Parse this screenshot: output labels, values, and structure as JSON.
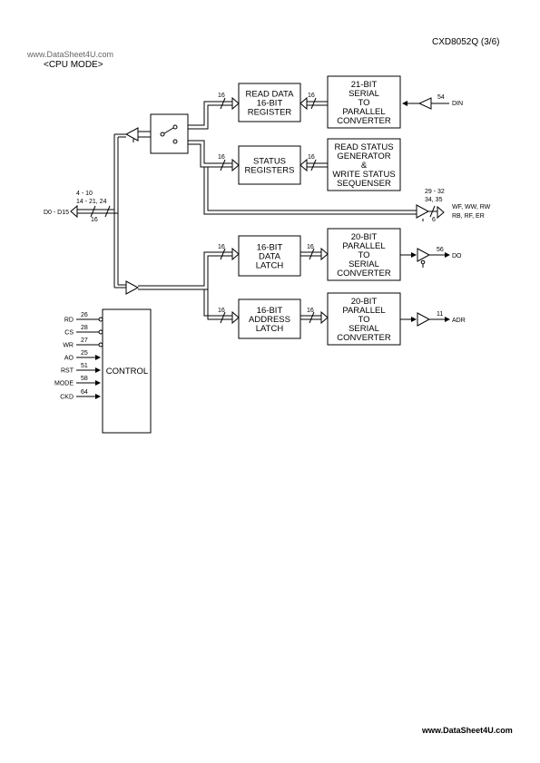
{
  "header": {
    "part": "CXD8052Q (3/6)",
    "watermark_top": "www.DataSheet4U.com",
    "mode": "<CPU  MODE>"
  },
  "footer": {
    "watermark": "www.DataSheet4U.com"
  },
  "blocks": {
    "read_data_reg": [
      "READ  DATA",
      "16-BIT",
      "REGISTER"
    ],
    "s2p21": [
      "21-BIT",
      "SERIAL",
      "TO",
      "PARALLEL",
      "CONVERTER"
    ],
    "status_reg": [
      "STATUS",
      "REGISTERS"
    ],
    "read_status_gen": [
      "READ  STATUS",
      "GENERATOR",
      "&",
      "WRITE  STATUS",
      "SEQUENSER"
    ],
    "data_latch": [
      "16-BIT",
      "DATA",
      "LATCH"
    ],
    "p2s_do": [
      "20-BIT",
      "PARALLEL",
      "TO",
      "SERIAL",
      "CONVERTER"
    ],
    "addr_latch": [
      "16-BIT",
      "ADDRESS",
      "LATCH"
    ],
    "p2s_adr": [
      "20-BIT",
      "PARALLEL",
      "TO",
      "SERIAL",
      "CONVERTER"
    ],
    "control": "CONTROL"
  },
  "signals": {
    "din": "DIN",
    "din_pin": "54",
    "do": "DO",
    "do_pin": "56",
    "adr": "ADR",
    "adr_pin": "11",
    "wf_line1": "WF, WW, RW",
    "wf_line2": "RB, RF, ER",
    "wf_pins1": "29 - 32",
    "wf_pins2": "34, 35",
    "wf_width": "6",
    "d_bus": "D0 - D15",
    "d_pins1": "4 - 10",
    "d_pins2": "14 - 21, 24",
    "d_width": "16"
  },
  "bus_width": "16",
  "control_inputs": [
    {
      "name": "RD",
      "pin": "26"
    },
    {
      "name": "CS",
      "pin": "28"
    },
    {
      "name": "WR",
      "pin": "27"
    },
    {
      "name": "AO",
      "pin": "25"
    },
    {
      "name": "RST",
      "pin": "51"
    },
    {
      "name": "MODE",
      "pin": "58"
    },
    {
      "name": "CKD",
      "pin": "64"
    }
  ]
}
